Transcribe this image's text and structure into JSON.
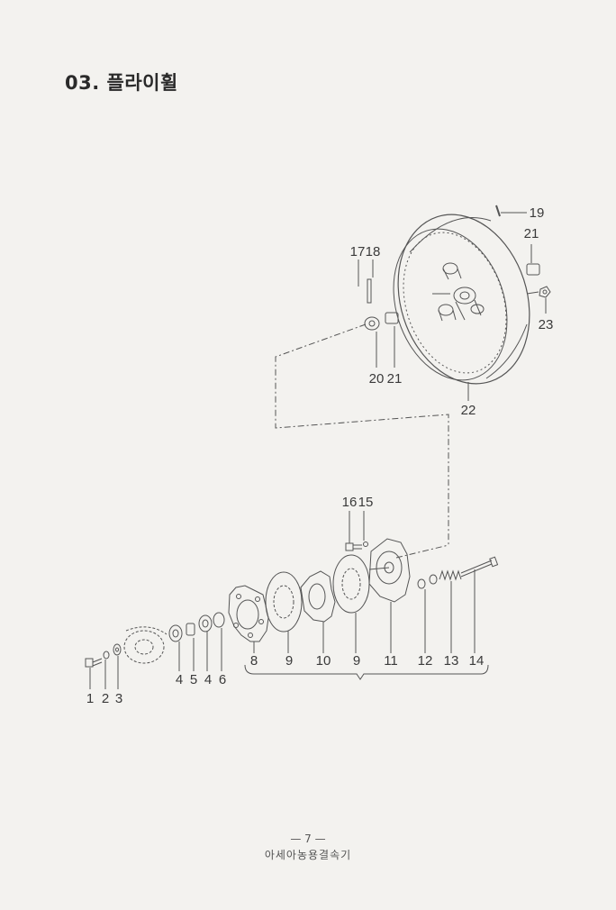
{
  "title": "03. 플라이휠",
  "labels": {
    "p1": "1",
    "p2": "2",
    "p3": "3",
    "p4a": "4",
    "p5": "5",
    "p4b": "4",
    "p6": "6",
    "p8": "8",
    "p9a": "9",
    "p10": "10",
    "p9b": "9",
    "p11": "11",
    "p12": "12",
    "p13": "13",
    "p14": "14",
    "p15": "15",
    "p16": "16",
    "p17": "17",
    "p18": "18",
    "p19": "19",
    "p20": "20",
    "p21a": "21",
    "p21b": "21",
    "p22": "22",
    "p23": "23"
  },
  "footer": {
    "page_number": "— 7 —",
    "text": "아세아농용결속기"
  }
}
